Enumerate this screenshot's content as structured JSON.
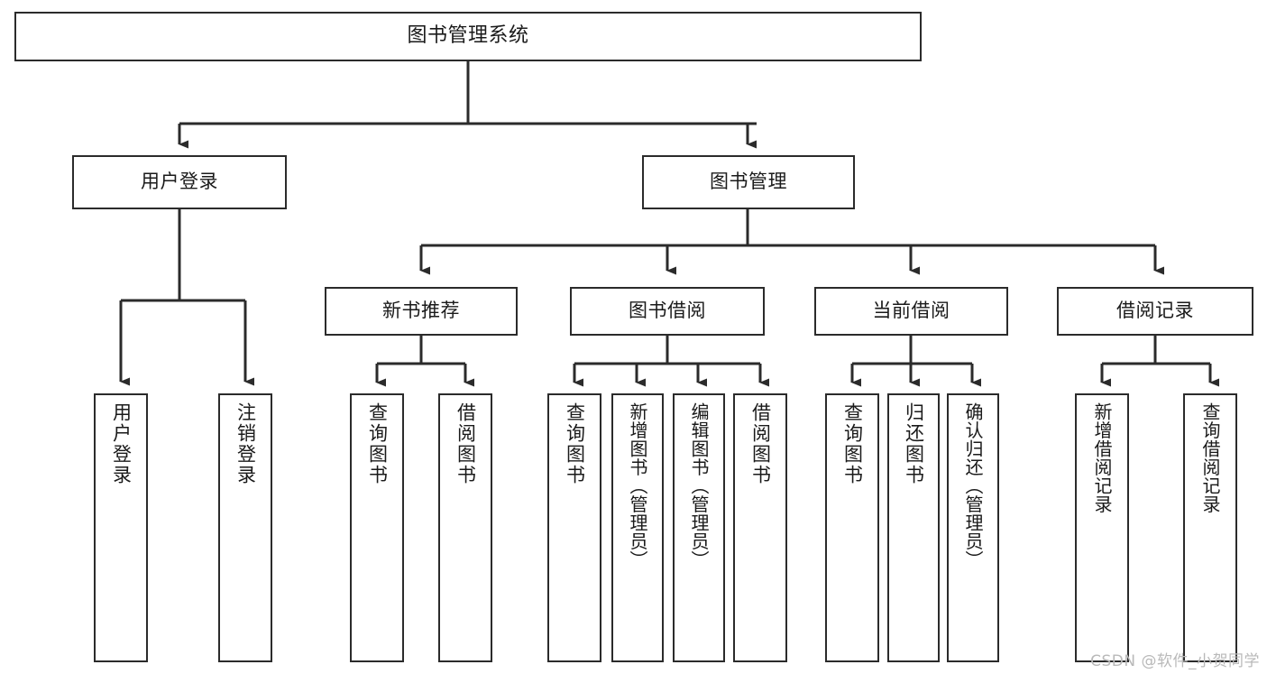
{
  "diagram": {
    "title": "图书管理系统",
    "type": "tree-structure-chart",
    "watermark": "CSDN @软件_小贺同学",
    "colors": {
      "stroke": "#2b2b2b",
      "fill": "#ffffff",
      "text": "#1a1a1a",
      "watermark": "#b9b9b9"
    }
  },
  "nodes": {
    "root": {
      "label": "图书管理系统"
    },
    "level2": [
      {
        "id": "user-login",
        "label": "用户登录"
      },
      {
        "id": "book-manage",
        "label": "图书管理"
      }
    ],
    "level3": [
      {
        "id": "new-book-recommend",
        "label": "新书推荐"
      },
      {
        "id": "book-borrow",
        "label": "图书借阅"
      },
      {
        "id": "current-borrow",
        "label": "当前借阅"
      },
      {
        "id": "borrow-record",
        "label": "借阅记录"
      }
    ],
    "leaves": {
      "user_login": [
        {
          "id": "leaf-user-login",
          "label": "用户登录"
        },
        {
          "id": "leaf-logout-login",
          "label": "注销登录"
        }
      ],
      "new_book_recommend": [
        {
          "id": "leaf-query-book-1",
          "label": "查询图书"
        },
        {
          "id": "leaf-borrow-book-1",
          "label": "借阅图书"
        }
      ],
      "book_borrow": [
        {
          "id": "leaf-query-book-2",
          "label": "查询图书"
        },
        {
          "id": "leaf-add-book",
          "label": "新增图书（管理员）"
        },
        {
          "id": "leaf-edit-book",
          "label": "编辑图书（管理员）"
        },
        {
          "id": "leaf-borrow-book-2",
          "label": "借阅图书"
        }
      ],
      "current_borrow": [
        {
          "id": "leaf-query-book-3",
          "label": "查询图书"
        },
        {
          "id": "leaf-return-book",
          "label": "归还图书"
        },
        {
          "id": "leaf-confirm-return",
          "label": "确认归还（管理员）"
        }
      ],
      "borrow_record": [
        {
          "id": "leaf-add-record",
          "label": "新增借阅记录"
        },
        {
          "id": "leaf-query-record",
          "label": "查询借阅记录"
        }
      ]
    }
  }
}
